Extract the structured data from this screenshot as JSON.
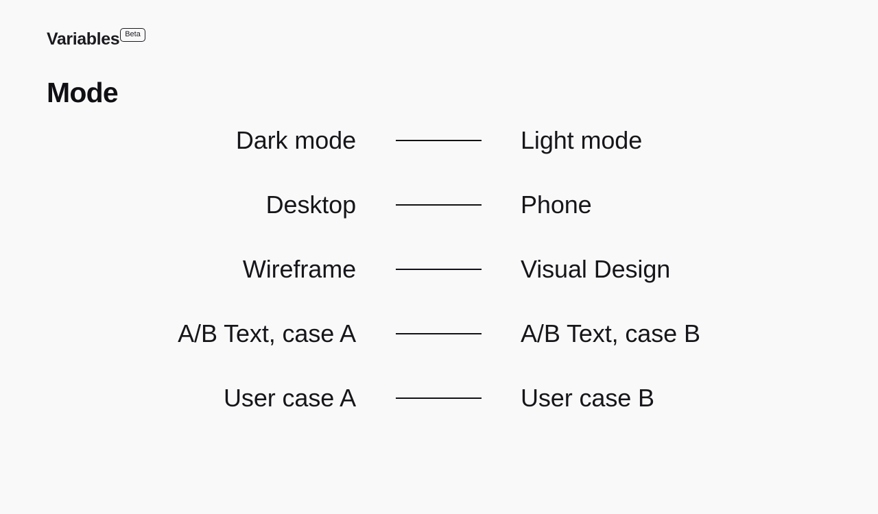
{
  "header": {
    "title": "Variables",
    "badge": "Beta"
  },
  "section": {
    "title": "Mode"
  },
  "rows": [
    {
      "left": "Dark mode",
      "right": "Light mode"
    },
    {
      "left": "Desktop",
      "right": "Phone"
    },
    {
      "left": "Wireframe",
      "right": "Visual Design"
    },
    {
      "left": "A/B Text, case A",
      "right": "A/B Text, case B"
    },
    {
      "left": "User case A",
      "right": "User case B"
    }
  ],
  "colors": {
    "background": "#F9F9FA",
    "text": "#16161A",
    "title": "#101014",
    "connector": "#111115",
    "badge_border": "#1B1B1F"
  }
}
